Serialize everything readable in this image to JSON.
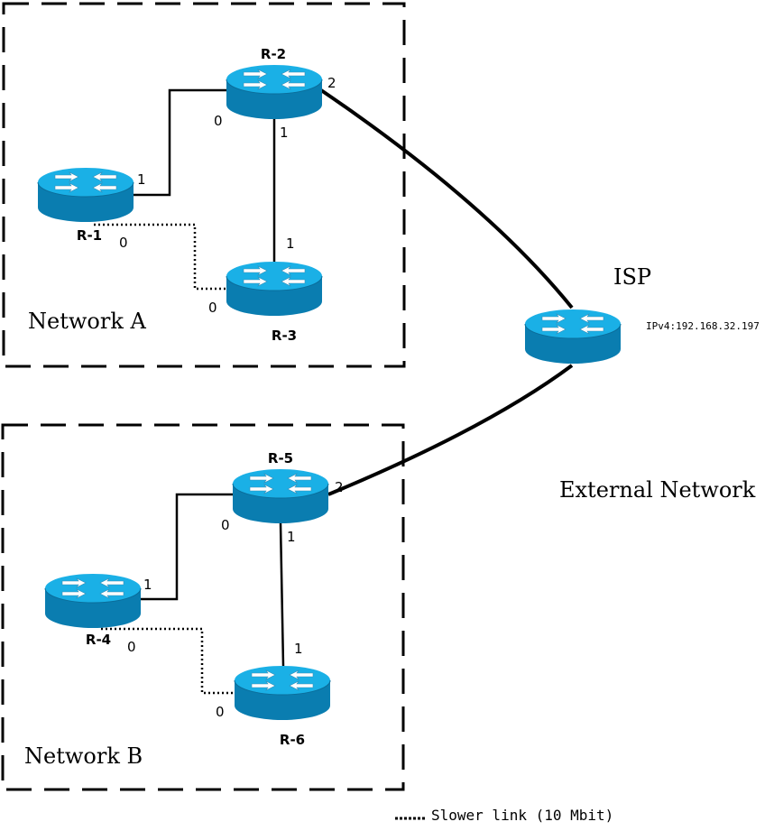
{
  "networks": {
    "a_label": "Network A",
    "b_label": "Network B",
    "external_label": "External Network"
  },
  "isp": {
    "label": "ISP",
    "ip": "IPv4:192.168.32.197"
  },
  "routers": {
    "r1": "R-1",
    "r2": "R-2",
    "r3": "R-3",
    "r4": "R-4",
    "r5": "R-5",
    "r6": "R-6"
  },
  "ports": {
    "r2_p0": "0",
    "r2_p1": "1",
    "r2_p2": "2",
    "r1_p1": "1",
    "r1_p0": "0",
    "r3_p1": "1",
    "r3_p0": "0",
    "r5_p0": "0",
    "r5_p1": "1",
    "r5_p2": "2",
    "r4_p1": "1",
    "r4_p0": "0",
    "r6_p1": "1",
    "r6_p0": "0"
  },
  "legend": {
    "slow_link": "Slower link (10 Mbit)"
  },
  "colors": {
    "router_top": "#1ab0e6",
    "router_side": "#0a7db0",
    "router_arrows": "#ffffff",
    "line": "#000000"
  }
}
